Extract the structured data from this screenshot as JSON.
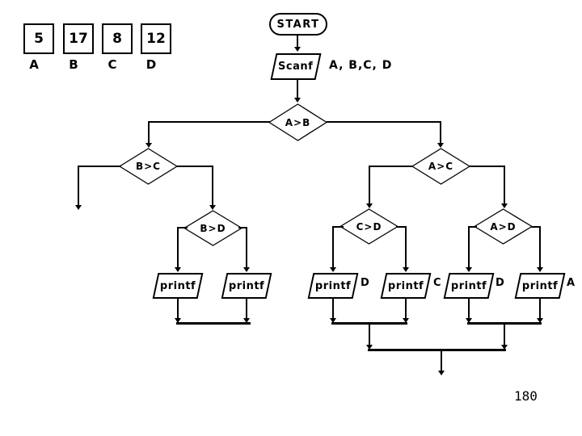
{
  "colors": {
    "line": "#000000",
    "background": "#ffffff"
  },
  "page": {
    "number": "180"
  },
  "inputs": [
    {
      "label": "A",
      "value": "5"
    },
    {
      "label": "B",
      "value": "17"
    },
    {
      "label": "C",
      "value": "8"
    },
    {
      "label": "D",
      "value": "12"
    }
  ],
  "flowchart": {
    "start": "START",
    "scanf": {
      "label": "Scanf",
      "args": "A, B,C, D"
    },
    "decisions": [
      {
        "id": "a-gt-b",
        "label": "A>B"
      },
      {
        "id": "b-gt-c",
        "label": "B>C"
      },
      {
        "id": "a-gt-c",
        "label": "A>C"
      },
      {
        "id": "b-gt-d",
        "label": "B>D"
      },
      {
        "id": "c-gt-d",
        "label": "C>D"
      },
      {
        "id": "a-gt-d",
        "label": "A>D"
      }
    ],
    "printfs": [
      {
        "label": "printf",
        "arg": ""
      },
      {
        "label": "printf",
        "arg": ""
      },
      {
        "label": "printf",
        "arg": "D"
      },
      {
        "label": "printf",
        "arg": "C"
      },
      {
        "label": "printf",
        "arg": "D"
      },
      {
        "label": "printf",
        "arg": "A"
      }
    ]
  }
}
